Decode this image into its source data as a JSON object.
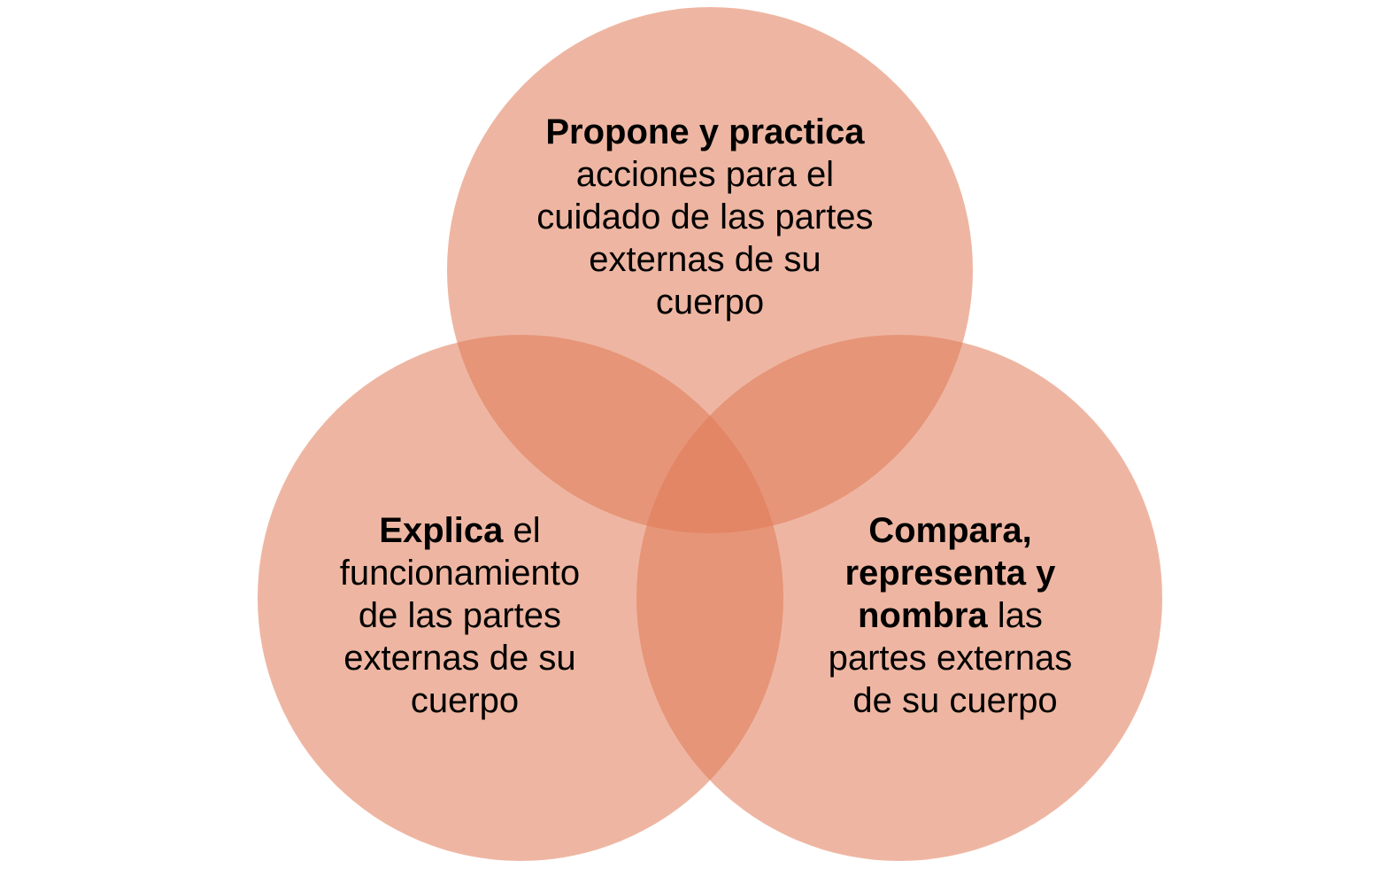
{
  "diagram": {
    "type": "venn",
    "circle_color": "#e07a55",
    "circles": [
      {
        "id": "top",
        "lines": [
          [
            {
              "text": "Propone y practica",
              "bold": true
            }
          ],
          [
            {
              "text": "acciones para el",
              "bold": false
            }
          ],
          [
            {
              "text": "cuidado de las partes",
              "bold": false
            }
          ],
          [
            {
              "text": "externas de su",
              "bold": false
            }
          ],
          [
            {
              "text": "cuerpo",
              "bold": false
            }
          ]
        ]
      },
      {
        "id": "left",
        "lines": [
          [
            {
              "text": "Explica",
              "bold": true
            },
            {
              "text": " el",
              "bold": false
            }
          ],
          [
            {
              "text": "funcionamiento",
              "bold": false
            }
          ],
          [
            {
              "text": "de las partes",
              "bold": false
            }
          ],
          [
            {
              "text": "externas de su",
              "bold": false
            }
          ],
          [
            {
              "text": "cuerpo",
              "bold": false
            }
          ]
        ]
      },
      {
        "id": "right",
        "lines": [
          [
            {
              "text": "Compara,",
              "bold": true
            }
          ],
          [
            {
              "text": "representa y",
              "bold": true
            }
          ],
          [
            {
              "text": "nombra",
              "bold": true
            },
            {
              "text": " las",
              "bold": false
            }
          ],
          [
            {
              "text": "partes externas",
              "bold": false
            }
          ],
          [
            {
              "text": "de su cuerpo",
              "bold": false
            }
          ]
        ]
      }
    ]
  }
}
